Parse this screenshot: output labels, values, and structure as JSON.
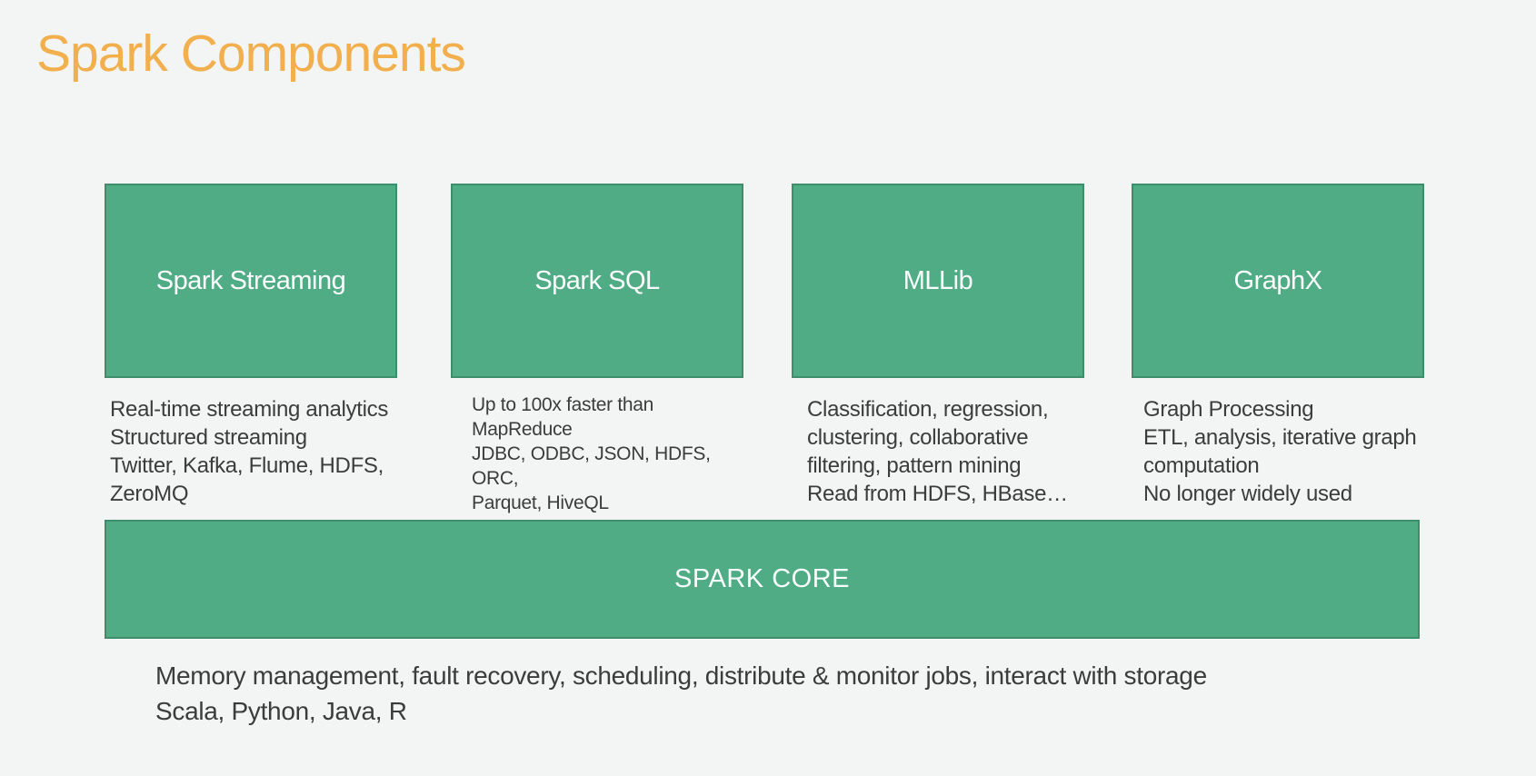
{
  "title": "Spark Components",
  "colors": {
    "background": "#F3F5F4",
    "box_fill": "#4FAC85",
    "box_border": "#3E8E6C",
    "title_accent": "#F2AF4E",
    "body_text": "#3A3D3C",
    "box_label_text": "#FBFDFC"
  },
  "components": [
    {
      "label": "Spark Streaming",
      "desc": [
        "Real-time streaming analytics",
        "Structured streaming",
        "Twitter, Kafka, Flume, HDFS,",
        "ZeroMQ"
      ]
    },
    {
      "label": "Spark SQL",
      "desc": [
        "Up to 100x faster than",
        "MapReduce",
        "JDBC, ODBC, JSON, HDFS, ORC,",
        "Parquet, HiveQL"
      ]
    },
    {
      "label": "MLLib",
      "desc": [
        "Classification, regression,",
        "clustering, collaborative",
        "filtering, pattern mining",
        "Read from HDFS, HBase…"
      ]
    },
    {
      "label": "GraphX",
      "desc": [
        "Graph Processing",
        "ETL, analysis, iterative graph",
        "computation",
        "No longer widely used"
      ]
    }
  ],
  "core": {
    "label": "SPARK CORE",
    "desc": [
      "Memory management, fault recovery, scheduling, distribute & monitor jobs, interact with storage",
      "Scala, Python, Java, R"
    ]
  }
}
